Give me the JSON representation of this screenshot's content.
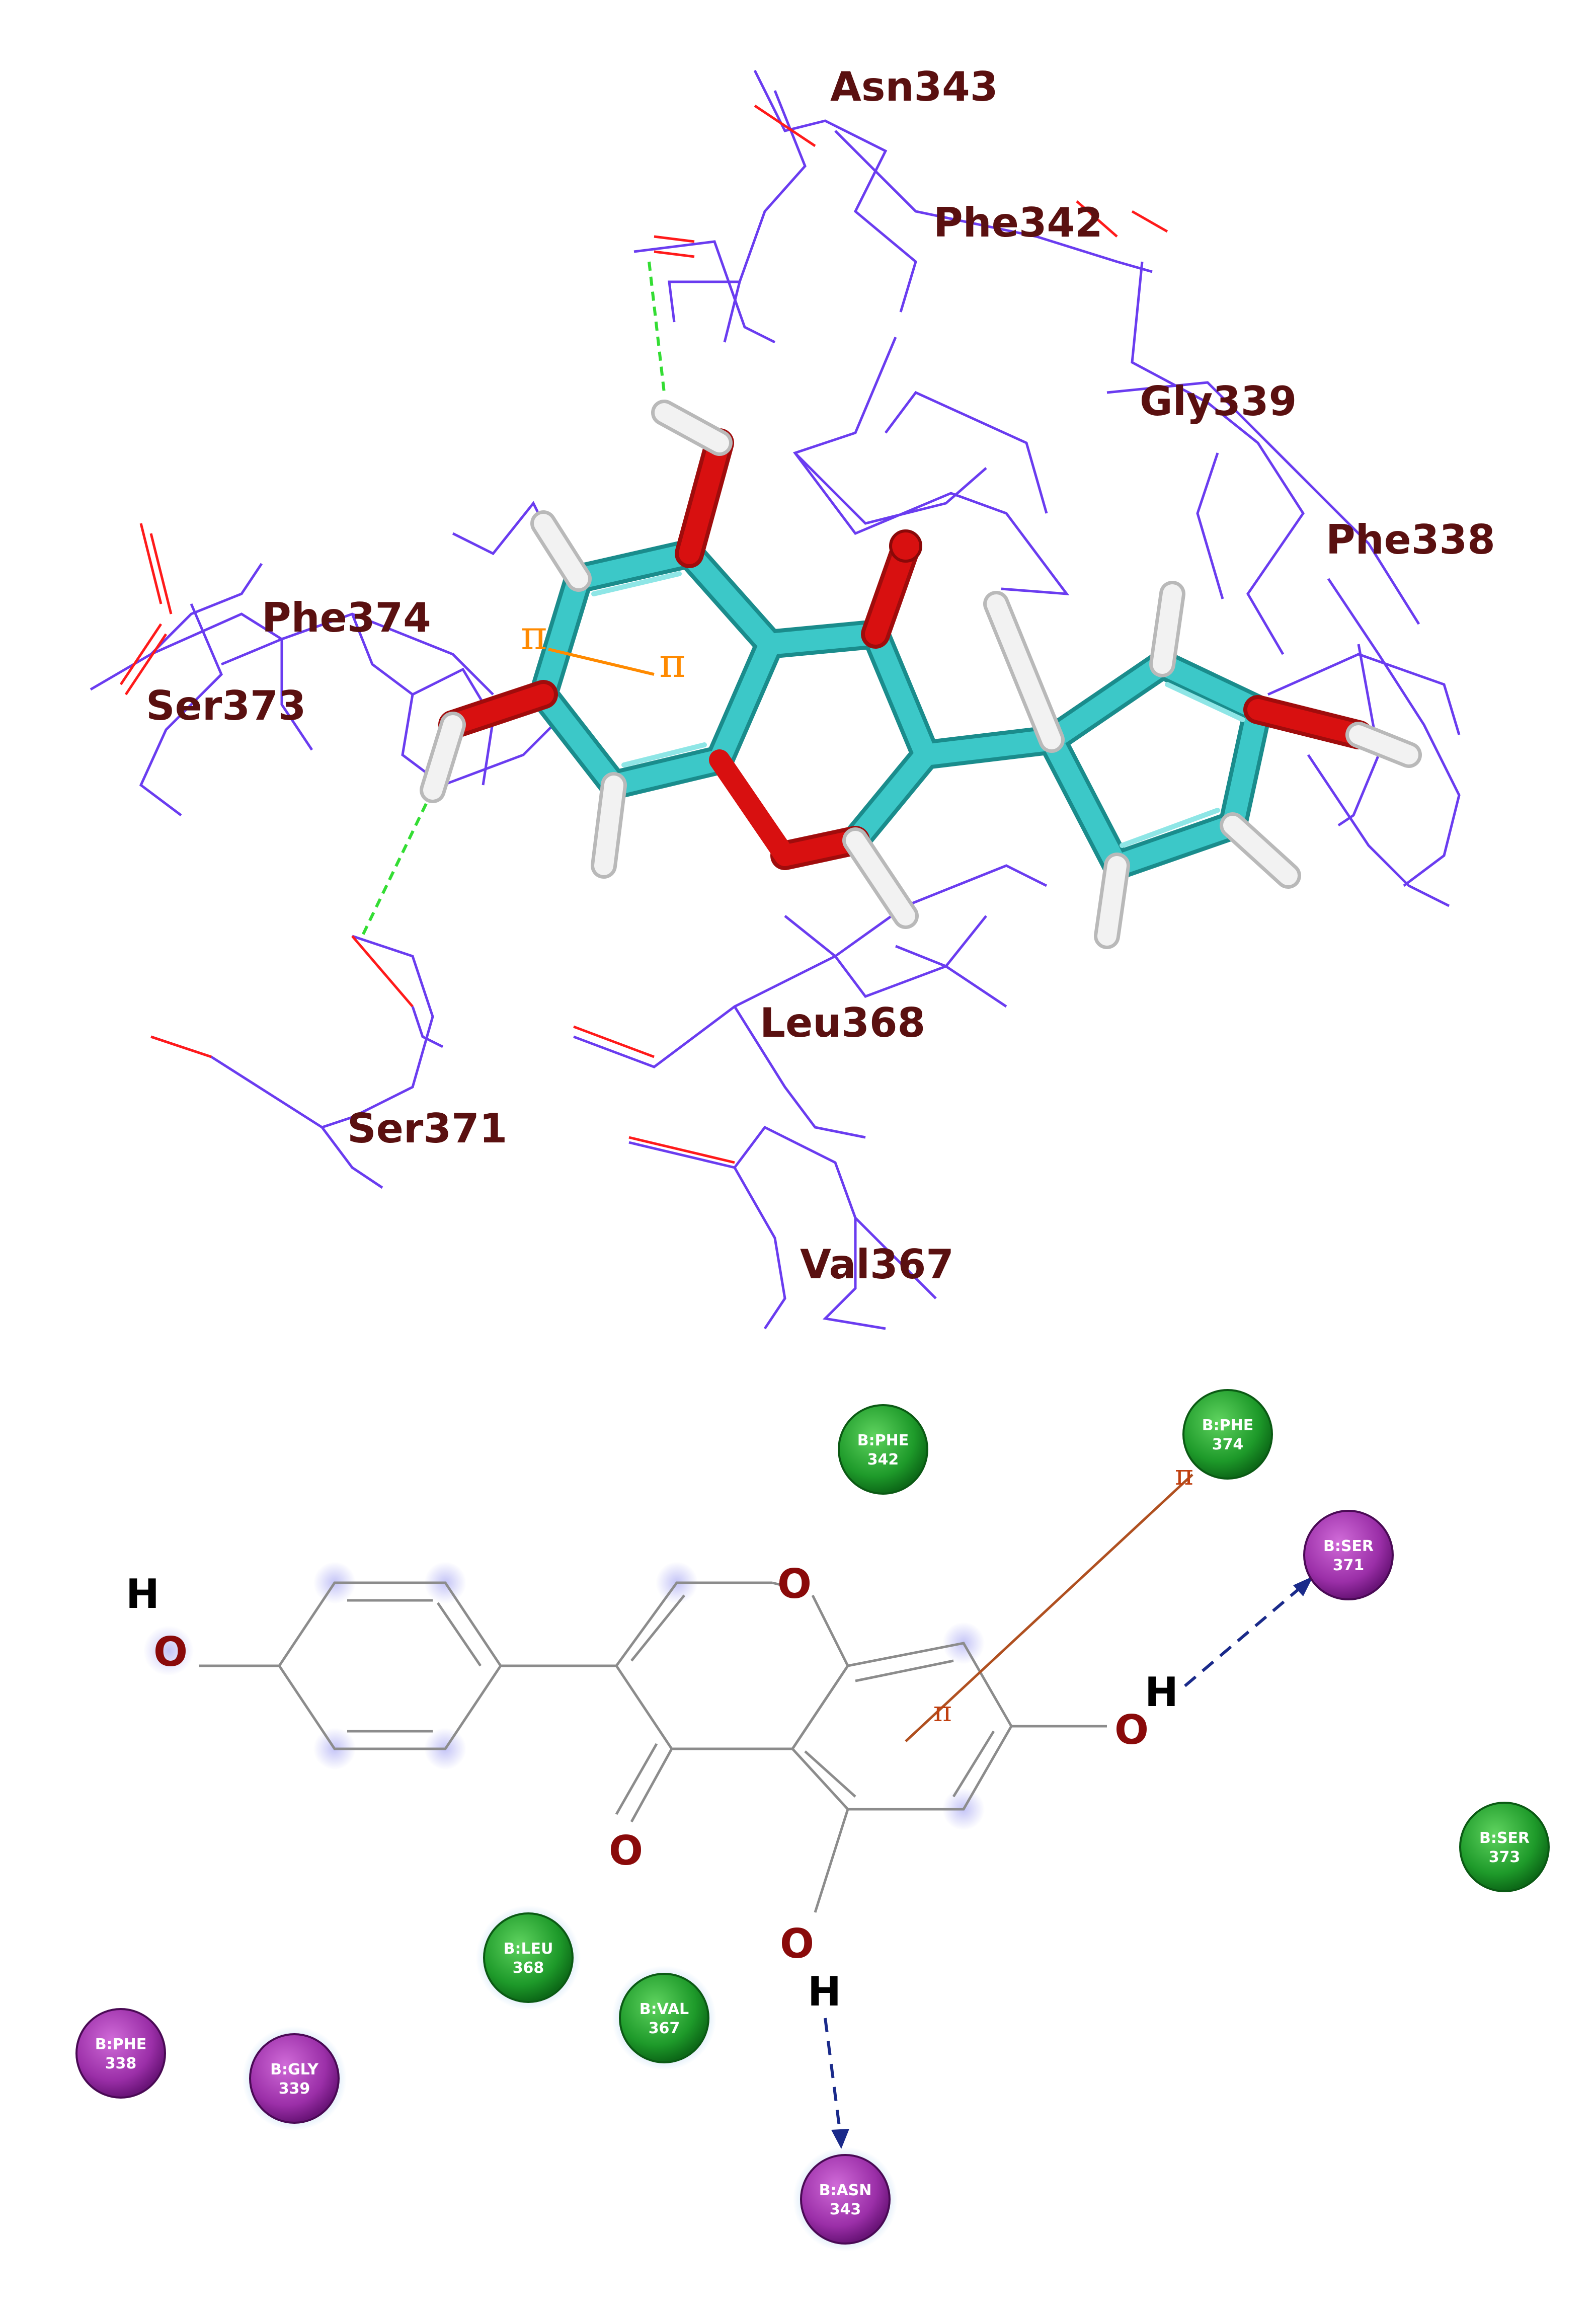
{
  "top_panel": {
    "residue_labels": [
      "Asn343",
      "Phe342",
      "Gly339",
      "Phe338",
      "Phe374",
      "Ser373",
      "Leu368",
      "Ser371",
      "Val367"
    ],
    "pi_labels": [
      "π",
      "π"
    ]
  },
  "bottom_panel": {
    "ligand_atoms": {
      "o_left": "O",
      "h_left": "H",
      "o_ring": "O",
      "o_carbonyl": "O",
      "o_right": "O",
      "h_right": "H",
      "o_bottom": "O",
      "h_bottom": "H"
    },
    "pi_labels": [
      "π",
      "π"
    ],
    "residues": [
      {
        "chain": "B:PHE",
        "num": "342",
        "type": "van-der-waals"
      },
      {
        "chain": "B:PHE",
        "num": "374",
        "type": "van-der-waals"
      },
      {
        "chain": "B:SER",
        "num": "371",
        "type": "polar"
      },
      {
        "chain": "B:SER",
        "num": "373",
        "type": "van-der-waals"
      },
      {
        "chain": "B:LEU",
        "num": "368",
        "type": "van-der-waals"
      },
      {
        "chain": "B:VAL",
        "num": "367",
        "type": "van-der-waals"
      },
      {
        "chain": "B:PHE",
        "num": "338",
        "type": "polar"
      },
      {
        "chain": "B:GLY",
        "num": "339",
        "type": "polar"
      },
      {
        "chain": "B:ASN",
        "num": "343",
        "type": "polar"
      }
    ]
  },
  "colors": {
    "label": "#5a1010",
    "wire": "#6a3cf0",
    "carbon": "#3cc8c8",
    "oxygen": "#d81010",
    "hydrogen": "#f2f2f2",
    "hbond_3d": "#33dd33",
    "pi": "#ff8a00",
    "vdw_bubble": "#1e9a2a",
    "polar_bubble": "#9b2fa8",
    "hbond_2d": "#1a2a8a"
  }
}
